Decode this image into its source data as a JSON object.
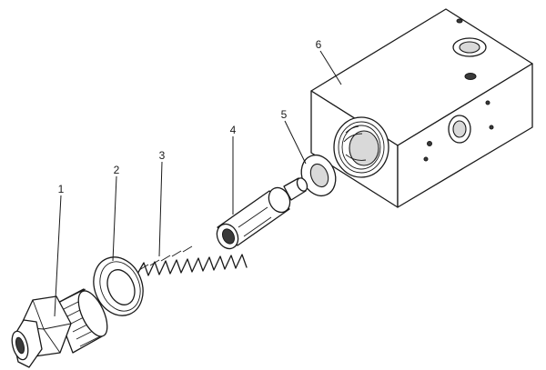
{
  "labels": {
    "p1": "1",
    "p2": "2",
    "p3": "3",
    "p4": "4",
    "p5": "5",
    "p6": "6"
  }
}
